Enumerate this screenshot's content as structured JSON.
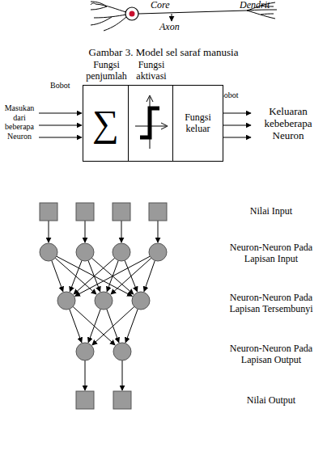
{
  "diagram": {
    "caption": "Gambar 3. Model sel saraf manusia",
    "nodes": [
      {
        "text": [
          "Fungsi penjumlah",
          "∑"
        ]
      },
      {
        "text": [
          "Fungsi aktivasi"
        ]
      },
      {
        "text": [
          "Fungsi keluar"
        ]
      }
    ],
    "labels": [
      "Core",
      "Dendrit",
      "Axon",
      "Masukan dari beberapa Neuron",
      "Bobot",
      "Bobot",
      "Keluaran kebeberapa Neuron",
      "Nilai Input",
      "Neuron-Neuron Pada Lapisan Input",
      "Neuron-Neuron Pada Lapisan Tersembunyi",
      "Neuron-Neuron Pada Lapisan Output",
      "Nilai Output"
    ]
  }
}
